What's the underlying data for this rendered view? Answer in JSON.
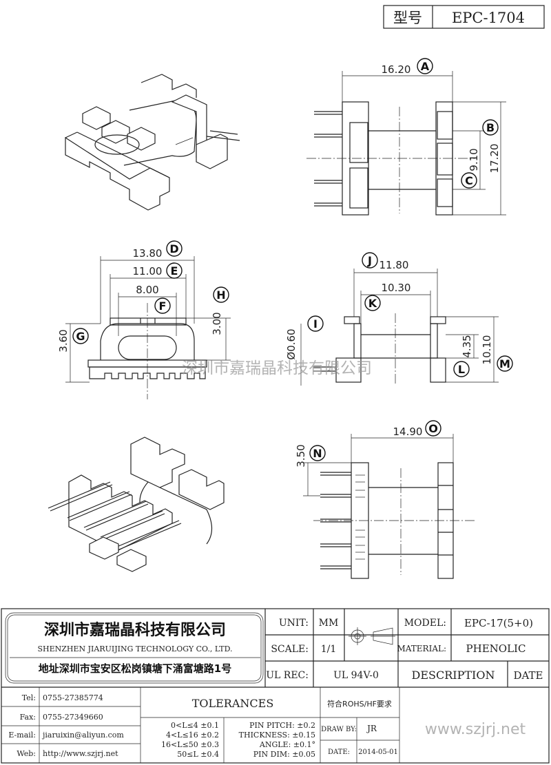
{
  "model_header": {
    "label": "型号",
    "value": "EPC-1704"
  },
  "dimensions": {
    "A": "16.20",
    "B_C": "9.10",
    "overall_h": "17.20",
    "D": "13.80",
    "E": "11.00",
    "F": "8.00",
    "H": "3.00",
    "G": "3.60",
    "J": "11.80",
    "K": "10.30",
    "I": "Ø0.60",
    "L": "4.35",
    "M": "10.10",
    "O": "14.90",
    "N": "3.50"
  },
  "labels": [
    "A",
    "B",
    "C",
    "D",
    "E",
    "F",
    "G",
    "H",
    "I",
    "J",
    "K",
    "L",
    "M",
    "N",
    "O"
  ],
  "watermark": "深圳市嘉瑞晶科技有限公司",
  "company": {
    "name_cn": "深圳市嘉瑞晶科技有限公司",
    "name_en": "SHENZHEN JIARUIJING TECHNOLOGY CO., LTD.",
    "address": "地址深圳市宝安区松岗镇塘下涌富塘路1号"
  },
  "title_block": {
    "unit_label": "UNIT:",
    "unit_value": "MM",
    "scale_label": "SCALE:",
    "scale_value": "1/1",
    "model_label": "MODEL:",
    "model_value": "EPC-17(5+0)",
    "material_label": "MATERIAL:",
    "material_value": "PHENOLIC",
    "ul_label": "UL REC:",
    "ul_value": "UL 94V-0",
    "description": "DESCRIPTION",
    "date_header": "DATE",
    "rohs": "符合ROHS/HF要求",
    "drawn_label": "DRAW BY:",
    "drawn_value": "JR",
    "date_label": "DATE:",
    "date_value": "2014-05-01",
    "website_big": "www.szjrj.net"
  },
  "contacts": [
    {
      "label": "Tel:",
      "value": "0755-27385774"
    },
    {
      "label": "Fax:",
      "value": "0755-27349660"
    },
    {
      "label": "E-mail:",
      "value": "jiaruixin@aliyun.com"
    },
    {
      "label": "Web:",
      "value": "http://www.szjrj.net"
    }
  ],
  "tolerances": {
    "title": "TOLERANCES",
    "ranges": [
      "0<L≤4 ±0.1",
      "4<L≤16 ±0.2",
      "16<L≤50 ±0.3",
      "50≤L ±0.4"
    ],
    "pin_pitch": "PIN PITCH: ±0.2",
    "thickness": "THICKNESS: ±0.15",
    "angle": "ANGLE: ±0.1°",
    "pin_dim": "PIN DIM: ±0.05"
  }
}
